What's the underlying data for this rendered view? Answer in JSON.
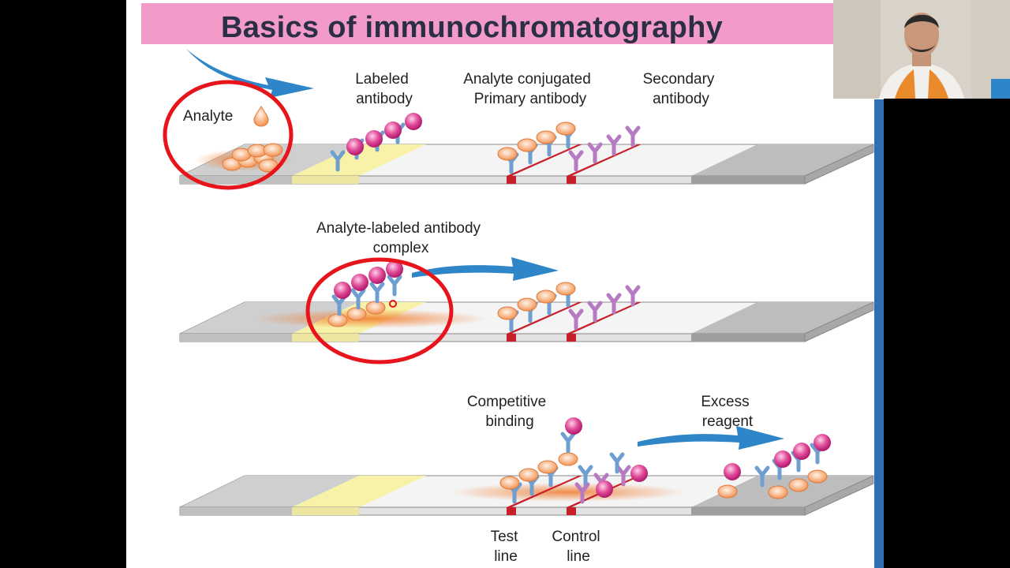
{
  "slide": {
    "title": "Basics of immunochromatography"
  },
  "labels": {
    "analyte": "Analyte",
    "labeled_antibody": [
      "Labeled",
      "antibody"
    ],
    "analyte_conjugated": [
      "Analyte conjugated",
      "Primary antibody"
    ],
    "secondary_antibody": [
      "Secondary",
      "antibody"
    ],
    "complex": [
      "Analyte-labeled antibody",
      "complex"
    ],
    "competitive": [
      "Competitive",
      "binding"
    ],
    "excess": [
      "Excess",
      "reagent"
    ],
    "test_line": [
      "Test",
      "line"
    ],
    "control_line": [
      "Control",
      "line"
    ]
  },
  "colors": {
    "title_bar": "#f29bc8",
    "title_text": "#2b2f45",
    "highlight_circle": "#e8141b",
    "arrow": "#2e86c8",
    "conjugate_pad": "#f7f2a8",
    "test_line": "#c8202a",
    "label_bead": "#d63585",
    "analyte": "#f5a16b",
    "primary_antibody": "#6f9fd0",
    "secondary_antibody": "#b57ac2"
  }
}
